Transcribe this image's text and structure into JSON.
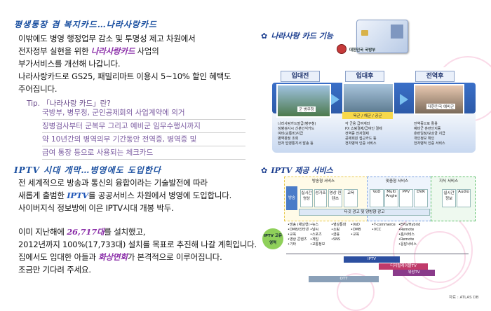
{
  "left": {
    "section1": {
      "title": "평생통장 겸 복지카드…나라사랑카드",
      "lines": [
        "이밖에도 병영 행정업무 감소 및 투명성 제고 차원에서",
        "전자정부 실현을 위한",
        "부가서비스를 개선해 나갑니다.",
        "나라사랑카드로 GS25, 패밀리마트 이용시 5~10% 할인 혜택도",
        "주어집니다."
      ],
      "highlight": "나라사랑카드",
      "line2_suffix": " 사업의"
    },
    "tip": {
      "heading": "Tip. 「나라사랑 카드」란?",
      "lines": [
        "국방부, 병무청, 군인공제회의 사업계약에 의거",
        "징병검사부터 군복무 그리고 예비군 임무수행시까지",
        "약 10년간의 병역의무 기간동안 전역증, 병역증 및",
        "급여 통장 등으로 사용되는 체크카드"
      ]
    },
    "section2": {
      "title": "IPTV 시대 개막…병영에도 도입한다",
      "p1_line1": "전 세계적으로 방송과 통신의 융합이라는 기술발전에 따라",
      "p1_line2_pre": "새롭게 출범한 ",
      "p1_line2_hl": "IPTV",
      "p1_line2_post": "를 공공서비스 차원에서 병영에 도입합니다.",
      "p1_line3": "사이버지식 정보방에 이은 IPTV시대 개봉 박두.",
      "p2_line1_pre": "이미 지난해에 ",
      "p2_line1_hl": "26,717대",
      "p2_line1_post": "를 설치했고,",
      "p2_line2": "2012년까지 100%(17,733대) 설치를 목표로 추진해 나갈 계획입니다.",
      "p2_line3_pre": "집에서도 입대한 아들과 ",
      "p2_line3_hl": "화상면회",
      "p2_line3_post": "가 본격적으로 이루어집니다.",
      "p2_line4": "조금만 기다려 주세요."
    }
  },
  "right": {
    "card_section": {
      "title": "나라사랑 카드 기능",
      "card_label": "대한민국 국방부",
      "stages": [
        {
          "label": "입대전",
          "caption": "군 병무청"
        },
        {
          "label": "입대후",
          "caption": "육군 / 해군 / 공군"
        },
        {
          "label": "전역후",
          "caption": "대한민국 예비군"
        }
      ],
      "lists": [
        [
          "나라사랑카드발급(병무청)",
          "징병검사시 신분인식카드",
          "여비(교통비)지급",
          "병역판정 조회",
          "전자 입영통지서 발송 등"
        ],
        [
          "각 군용 급여계좌",
          "PX 쇼핑결제/급여인 결제",
          "전역증 전자결제",
          "공제회원 접근카드 등",
          "전자병적 인증 서비스"
        ],
        [
          "전역증으로 활용",
          "예비군 훈련인지증",
          "훈련일정/보상금 지급",
          "개인정보 확인",
          "전자병적 인증 서비스"
        ]
      ]
    },
    "iptv_section": {
      "title": "IPTV 제공 서비스",
      "groups": [
        "방송형 서비스",
        "맞춤형 서비스",
        "지식 서비스"
      ],
      "service_boxes": [
        "방송",
        "실시간 영상",
        "성가조",
        "영상 컨텐츠",
        "교육",
        "VoD",
        "Multi Angle",
        "PPV",
        "DVR",
        "실시간 정보",
        "Audio"
      ],
      "common_bar": "타깃 광고 및 양방향 광고",
      "badge": "IPTV 고유영역",
      "col1": [
        "•방송 (채널형)",
        "•DMB/인터넷",
        "•교육",
        "•영상 콘텐츠",
        "•기타"
      ],
      "col2": [
        "•뉴스",
        "•날씨",
        "•스포츠",
        "•게임",
        "•교통정보"
      ],
      "col3": [
        "•영상통화",
        "•쇼핑",
        "•금융",
        "•SNS"
      ],
      "col4": [
        "•VoD",
        "•DMB",
        "•교육"
      ],
      "col5": [
        "•T-commerce",
        "•VCC"
      ],
      "col6": [
        "•EPG/Hybrid",
        "•Remote",
        "•홈/서비스",
        "•Remote",
        "•응답서비스"
      ],
      "bars": [
        "IPTV",
        "디지털케이블TV",
        "위성TV",
        "OTT"
      ],
      "source": "자료 : ATLAS DB"
    }
  }
}
